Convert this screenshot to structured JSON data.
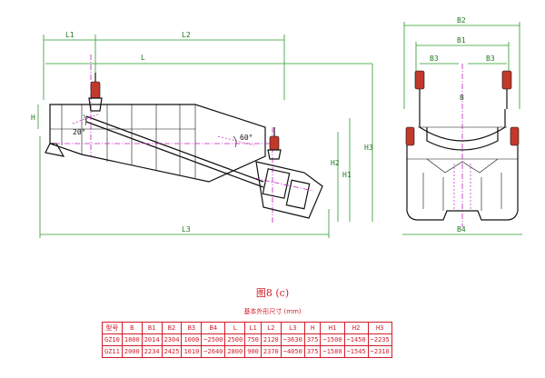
{
  "figure": {
    "caption": "图8  (c)",
    "subtitle": "基本外形尺寸  (mm)"
  },
  "side_view": {
    "dims": {
      "l1": "L1",
      "l2": "L2",
      "l": "L",
      "h": "H",
      "h1": "H1",
      "h2": "H2",
      "h3": "H3",
      "l3": "L3",
      "angle_a": "20°",
      "angle_b": "60°"
    }
  },
  "front_view": {
    "dims": {
      "b2": "B2",
      "b1": "B1",
      "b3_left": "B3",
      "b3_right": "B3",
      "b4": "B4",
      "b": "B"
    }
  },
  "table": {
    "headers": [
      "型号",
      "B",
      "B1",
      "B2",
      "B3",
      "B4",
      "L",
      "L1",
      "L2",
      "L3",
      "H",
      "H1",
      "H2",
      "H3"
    ],
    "rows": [
      [
        "GZ10",
        "1800",
        "2014",
        "2304",
        "1000",
        "~2500",
        "2500",
        "750",
        "2120",
        "~3630",
        "375",
        "~1500",
        "~1450",
        "~2235"
      ],
      [
        "GZ11",
        "2000",
        "2234",
        "2425",
        "1010",
        "~2640",
        "2800",
        "900",
        "2370",
        "~4050",
        "375",
        "~1580",
        "~1545",
        "~2310"
      ]
    ]
  },
  "colors": {
    "dimension": "#2a9a2a",
    "centerline": "#c21fbf",
    "table": "#d21c2b"
  }
}
